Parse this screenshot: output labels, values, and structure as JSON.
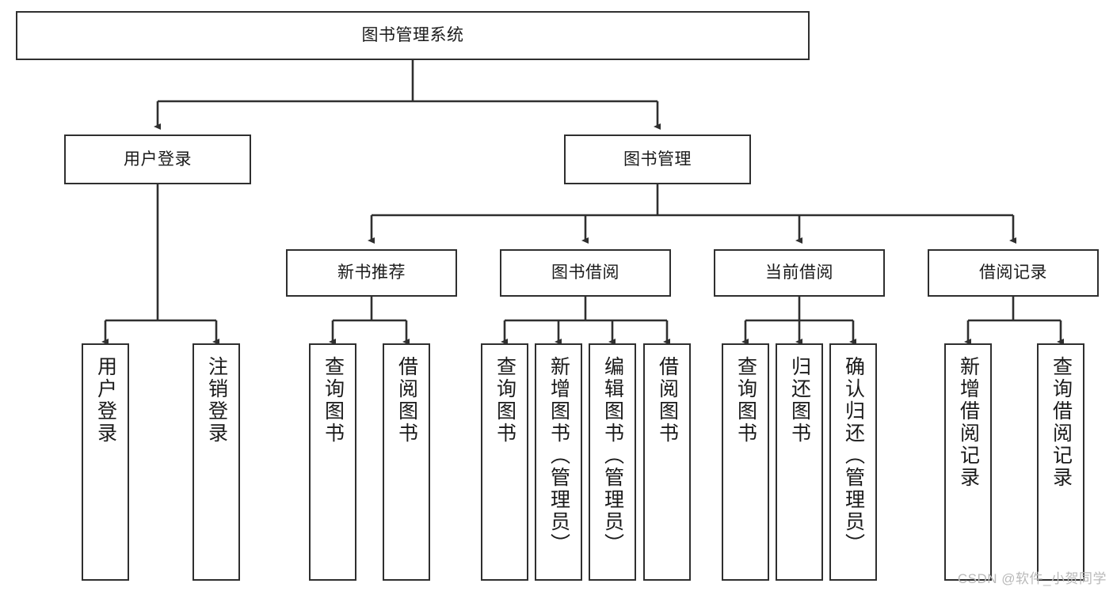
{
  "diagram": {
    "type": "hierarchy-tree",
    "title": "图书管理系统",
    "watermark": "CSDN @软件_小贺同学",
    "colors": {
      "box_border": "#2f2f2f",
      "box_fill": "#ffffff",
      "connector": "#2f2f2f",
      "text": "#1a1a1a",
      "watermark": "#b9b9b9"
    },
    "nodes": {
      "root": {
        "label": "图书管理系统"
      },
      "level2": [
        {
          "label": "用户登录"
        },
        {
          "label": "图书管理"
        }
      ],
      "level3": [
        {
          "label": "新书推荐"
        },
        {
          "label": "图书借阅"
        },
        {
          "label": "当前借阅"
        },
        {
          "label": "借阅记录"
        }
      ],
      "leaves": {
        "user_login": [
          {
            "label": "用户登录"
          },
          {
            "label": "注销登录"
          }
        ],
        "new_book_recommend": [
          {
            "label": "查询图书"
          },
          {
            "label": "借阅图书"
          }
        ],
        "book_borrow": [
          {
            "label": "查询图书"
          },
          {
            "label": "新增图书（管理员）"
          },
          {
            "label": "编辑图书（管理员）"
          },
          {
            "label": "借阅图书"
          }
        ],
        "current_borrow": [
          {
            "label": "查询图书"
          },
          {
            "label": "归还图书"
          },
          {
            "label": "确认归还（管理员）"
          }
        ],
        "borrow_record": [
          {
            "label": "新增借阅记录"
          },
          {
            "label": "查询借阅记录"
          }
        ]
      }
    }
  }
}
